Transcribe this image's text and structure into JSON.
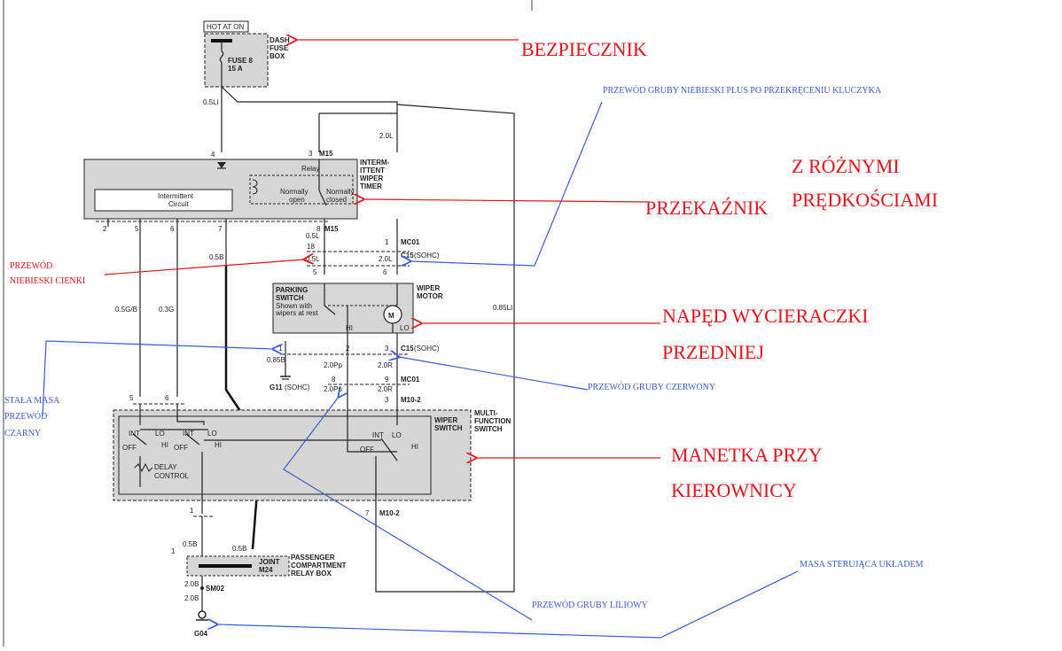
{
  "colors": {
    "wire": "#222222",
    "red_annotation": "#e0141a",
    "blue_annotation": "#3b5bd6",
    "box_fill": "#d6d6d6",
    "page": "#ffffff"
  },
  "fuse_box": {
    "header": "HOT AT ON",
    "name_line1": "DASH",
    "name_line2": "FUSE",
    "name_line3": "BOX",
    "fuse_label": "FUSE 8",
    "fuse_rating": "15 A"
  },
  "timer": {
    "relay": "Relay",
    "circuit_line1": "Intermittent",
    "circuit_line2": "Circuit",
    "normally_open_line1": "Normally",
    "normally_open_line2": "open",
    "normally_closed_line1": "Normally",
    "normally_closed_line2": "closed",
    "name_line1": "INTERM-",
    "name_line2": "ITTENT",
    "name_line3": "WIPER",
    "name_line4": "TIMER"
  },
  "motor": {
    "parking_line1": "PARKING",
    "parking_line2": "SWITCH",
    "parking_line3": "Shown with",
    "parking_line4": "wipers at rest",
    "motor_symbol": "M",
    "hi": "HI",
    "lo": "LO",
    "name_line1": "WIPER",
    "name_line2": "MOTOR"
  },
  "switch": {
    "name_line1": "MULTI-",
    "name_line2": "FUNCTION",
    "name_line3": "SWITCH",
    "wiper_line1": "WIPER",
    "wiper_line2": "SWITCH",
    "int": "INT",
    "lo": "LO",
    "hi": "HI",
    "off": "OFF",
    "delay_line1": "DELAY",
    "delay_line2": "CONTROL"
  },
  "junction": {
    "joint_line1": "JOINT",
    "joint_line2": "M24",
    "name_line1": "PASSENGER",
    "name_line2": "COMPARTMENT",
    "name_line3": "RELAY BOX"
  },
  "wire_labels": {
    "w05li": "0.5LI",
    "w20l_top": "2.0L",
    "w05l_a": "0.5L",
    "w05l_b": "0.5L",
    "w20l_b": "2.0L",
    "w05b_top": "0.5B",
    "w05gb": "0.5G/B",
    "w03g": "0.3G",
    "w085li": "0.85LI",
    "w085b": "0.85B",
    "w20pp_a": "2.0Pp",
    "w20pp_b": "2.0Pp",
    "w20r_a": "2.0R",
    "w20r_b": "2.0R",
    "w05b_left": "0.5B",
    "w05b_right": "0.5B",
    "w20b_a": "2.0B",
    "w20b_b": "2.0B",
    "w1_left": "1"
  },
  "connectors": {
    "m15": "M15",
    "m15_b": "M15",
    "mc01": "MC01",
    "mc01_b": "MC01",
    "c15_a": "C15",
    "c15_b": "C15",
    "sohc_a": "(SOHC)",
    "sohc_b": "(SOHC)",
    "m10_2": "M10-2",
    "m10_2_b": "M10-2",
    "sm02": "SM02",
    "g11": "G11",
    "g11_sohc": "(SOHC)",
    "g04": "G04"
  },
  "pins": {
    "p4": "4",
    "p3": "3",
    "p2": "2",
    "p5": "5",
    "p6": "6",
    "p7": "7",
    "p8": "8",
    "p18": "18",
    "p5b": "5",
    "p6b": "6",
    "p1": "1",
    "p2b": "2",
    "p3b": "3",
    "p8b": "8",
    "p9": "9",
    "p3c": "3",
    "p5c": "5",
    "p6c": "6",
    "p1b": "1",
    "p7b": "7"
  },
  "annotations": {
    "fuse": "BEZPIECZNIK",
    "thick_blue_wire": "PRZEWÓD GRUBY NIEBIESKI  PLUS PO PRZEKRĘCENIU KLUCZYKA",
    "speeds_line1": "Z RÓŻNYMI",
    "speeds_line2": "PRĘDKOŚCIAMI",
    "relay": "PRZEKAŹNIK",
    "thin_blue_line1": "PRZEWÓD",
    "thin_blue_line2": "NIEBIESKI CIENKI",
    "motor_line1": "NAPĘD WYCIERACZKI",
    "motor_line2": "PRZEDNIEJ",
    "ground_line1": "STAŁA MASA",
    "ground_line2": "PRZEWÓD",
    "ground_line3": "CZARNY",
    "thick_red_wire": "PRZEWÓD GRUBY CZERWONY",
    "stalk_line1": "MANETKA PRZY",
    "stalk_line2": "KIEROWNICY",
    "control_ground": "MASA STERUJĄCA UKŁADEM",
    "thick_purple_wire": "PRZEWÓD GRUBY LILIOWY"
  }
}
